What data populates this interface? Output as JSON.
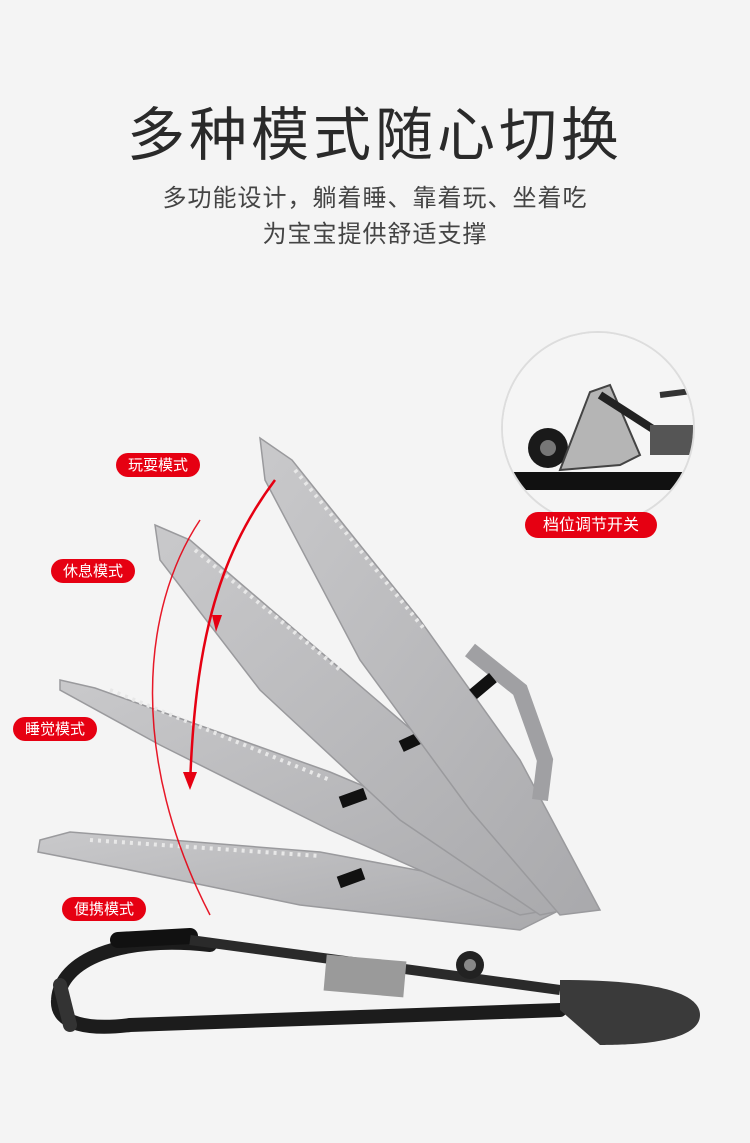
{
  "header": {
    "title": "多种模式随心切换",
    "subtitle_line1": "多功能设计，躺着睡、靠着玩、坐着吃",
    "subtitle_line2": "为宝宝提供舒适支撑"
  },
  "modes": {
    "play": "玩耍模式",
    "rest": "休息模式",
    "sleep": "睡觉模式",
    "portable": "便携模式"
  },
  "detail": {
    "label": "档位调节开关"
  },
  "colors": {
    "accent": "#e60012",
    "fabric": "#b9b9bb",
    "frame": "#1c1c1c"
  }
}
